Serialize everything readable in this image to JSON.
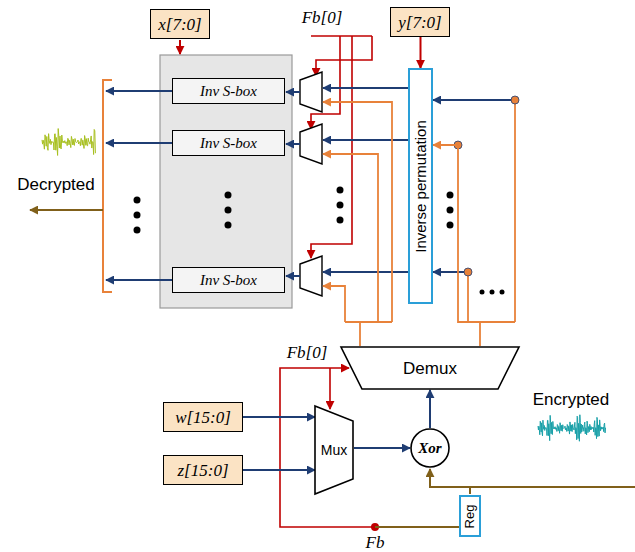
{
  "diagram": {
    "nodes": [
      {
        "text": [
          "x[7:0]"
        ]
      },
      {
        "text": [
          "y[7:0]"
        ]
      },
      {
        "text": [
          "Inv S-box"
        ]
      },
      {
        "text": [
          "Inv S-box"
        ]
      },
      {
        "text": [
          "Inv S-box"
        ]
      },
      {
        "text": [
          "Inverse permutation"
        ]
      },
      {
        "text": [
          "Demux"
        ]
      },
      {
        "text": [
          "w[15:0]"
        ]
      },
      {
        "text": [
          "Mux"
        ]
      },
      {
        "text": [
          "Xor"
        ]
      },
      {
        "text": [
          "z[15:0]"
        ]
      },
      {
        "text": [
          "Reg"
        ]
      }
    ],
    "edges": [
      {
        "from": 1,
        "to": 5,
        "arrow": "to"
      },
      {
        "from": 7,
        "to": 8,
        "arrow": "to"
      },
      {
        "from": 10,
        "to": 8,
        "arrow": "to"
      },
      {
        "from": 8,
        "to": 9,
        "arrow": "to"
      },
      {
        "from": 9,
        "to": 6,
        "arrow": "to"
      },
      {
        "from": 6,
        "to": 5,
        "arrow": "to"
      }
    ],
    "labels": [
      "Fb[0]",
      "Decrypted",
      "Fb[0]",
      "Encrypted",
      "Fb"
    ]
  }
}
